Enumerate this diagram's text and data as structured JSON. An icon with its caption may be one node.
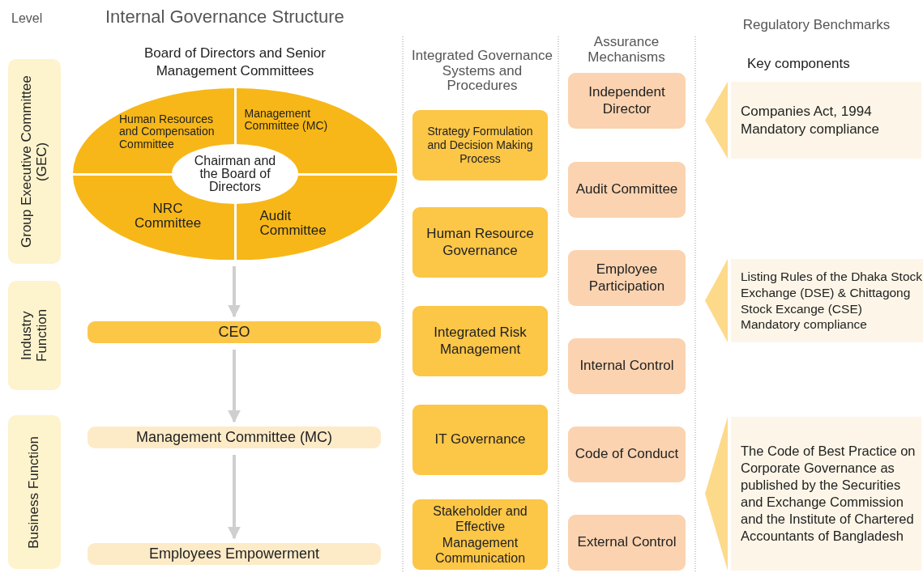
{
  "diagram": {
    "title": "Internal Governance Structure",
    "nodes": [
      {
        "text": [
          "Group Executive Committee (GEC)"
        ]
      },
      {
        "text": [
          "Industry Function"
        ]
      },
      {
        "text": [
          "Business Function"
        ]
      },
      {
        "text": [
          "Board of Directors and Senior Management Committees"
        ]
      },
      {
        "text": [
          "Human Resources and Compensation Committee"
        ],
        "in": 3
      },
      {
        "text": [
          "Management Committee (MC)"
        ],
        "in": 3
      },
      {
        "text": [
          "NRC Committee"
        ],
        "in": 3
      },
      {
        "text": [
          "Audit Committee"
        ],
        "in": 3
      },
      {
        "text": [
          "Chairman and the Board of Directors"
        ],
        "in": 3
      },
      {
        "text": [
          "CEO"
        ]
      },
      {
        "text": [
          "Management Committee (MC)"
        ]
      },
      {
        "text": [
          "Employees Empowerment"
        ]
      },
      {
        "text": [
          "Strategy Formulation and Decision Making Process"
        ]
      },
      {
        "text": [
          "Human Resource Governance"
        ]
      },
      {
        "text": [
          "Integrated Risk Management"
        ]
      },
      {
        "text": [
          "IT Governance"
        ]
      },
      {
        "text": [
          "Stakeholder and Effective Management Communication"
        ]
      },
      {
        "text": [
          "Independent Director"
        ]
      },
      {
        "text": [
          "Audit Committee"
        ]
      },
      {
        "text": [
          "Employee Participation"
        ]
      },
      {
        "text": [
          "Internal Control"
        ]
      },
      {
        "text": [
          "Code of Conduct"
        ]
      },
      {
        "text": [
          "External Control"
        ]
      },
      {
        "text": [
          "Companies Act, 1994 Mandatory compliance"
        ]
      },
      {
        "text": [
          "Listing Rules of the Dhaka Stock Exchange (DSE) & Chittagong Stock Excange (CSE) Mandatory compliance"
        ]
      },
      {
        "text": [
          "The Code of Best Practice on Corporate Governance as published by the Securities and Exchange Commission and the Institute of Chartered Accountants of Bangladesh"
        ]
      }
    ],
    "edges": [
      {
        "from": 3,
        "to": 9,
        "arrow": "to"
      },
      {
        "from": 9,
        "to": 10,
        "arrow": "to"
      },
      {
        "from": 10,
        "to": 11,
        "arrow": "to"
      }
    ],
    "labels": [
      "Level",
      "Integrated Governance Systems and Procedures",
      "Assurance Mechanisms",
      "Regulatory Benchmarks",
      "Key components"
    ]
  }
}
